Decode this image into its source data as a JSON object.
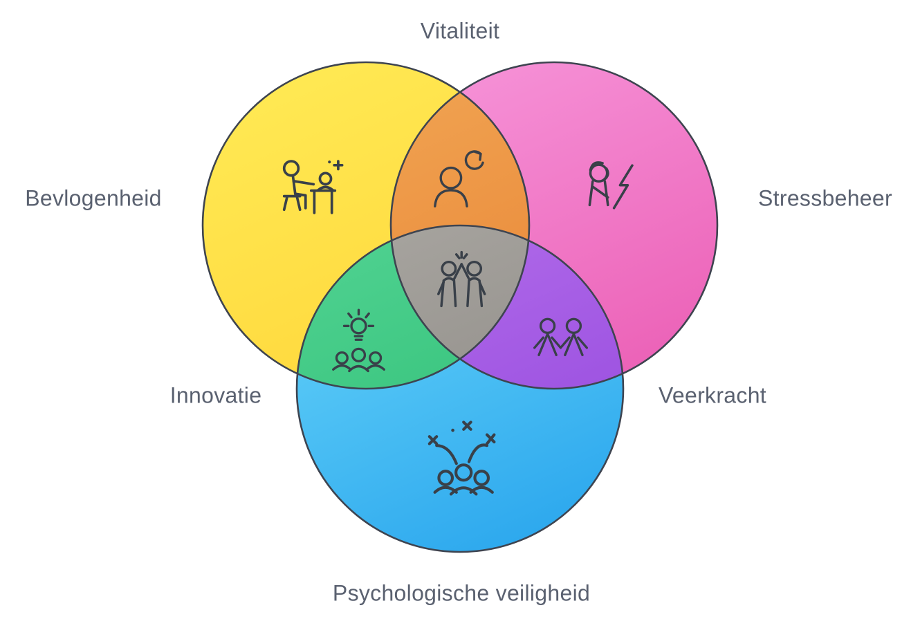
{
  "venn": {
    "background": "#FFFFFF",
    "outline_color": "#3E4450",
    "label_color": "#5A6170",
    "icon_color": "#394049",
    "circles": [
      {
        "label": "Bevlogenheid",
        "icon": "mentor-teaching-icon",
        "color_start": "#FFEA55",
        "color_end": "#FFD83C"
      },
      {
        "label": "Stressbeheer",
        "icon": "stressed-person-lightning-icon",
        "color_start": "#F693D8",
        "color_end": "#EC63B8"
      },
      {
        "label": "Psychologische veiligheid",
        "icon": "group-celebration-icon",
        "color_start": "#67D4F9",
        "color_end": "#2EA9EE"
      }
    ],
    "overlaps": [
      {
        "label": "Vitaliteit",
        "between": [
          "Bevlogenheid",
          "Stressbeheer"
        ],
        "icon": "person-renewal-icon",
        "color_start": "#F2AA58",
        "color_end": "#EA8A3A"
      },
      {
        "label": "Innovatie",
        "between": [
          "Bevlogenheid",
          "Psychologische veiligheid"
        ],
        "icon": "team-idea-icon",
        "color_start": "#62DCA0",
        "color_end": "#3FC883"
      },
      {
        "label": "Veerkracht",
        "between": [
          "Stressbeheer",
          "Psychologische veiligheid"
        ],
        "icon": "linked-partners-icon",
        "color_start": "#BC79EE",
        "color_end": "#9F55E2"
      },
      {
        "label": "",
        "between": [
          "Bevlogenheid",
          "Stressbeheer",
          "Psychologische veiligheid"
        ],
        "icon": "high-five-icon",
        "color_start": "#B7B4AF",
        "color_end": "#9A9792"
      }
    ]
  }
}
